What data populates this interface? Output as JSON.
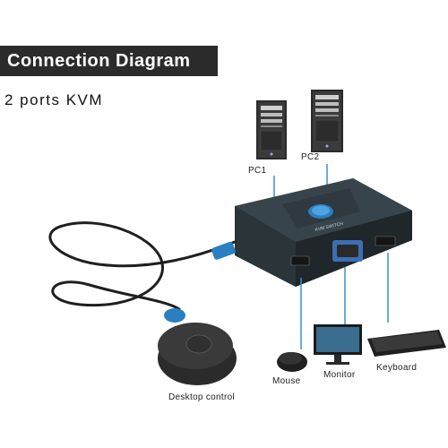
{
  "header": {
    "title": "Connection Diagram"
  },
  "subtitle": "2 ports KVM",
  "labels": {
    "pc1": "PC1",
    "pc2": "PC2",
    "mouse": "Mouse",
    "monitor": "Monitor",
    "keyboard": "Keyboard",
    "desktop_control": "Desktop control"
  },
  "device": {
    "brand_text": "KVM SWITCH"
  },
  "colors": {
    "title_bg": "#2b2b2b",
    "device_body": "#2f3a40",
    "accent_blue": "#2a7fc1",
    "vga_blue": "#3b6fb3",
    "cable": "#1f1f1f"
  }
}
